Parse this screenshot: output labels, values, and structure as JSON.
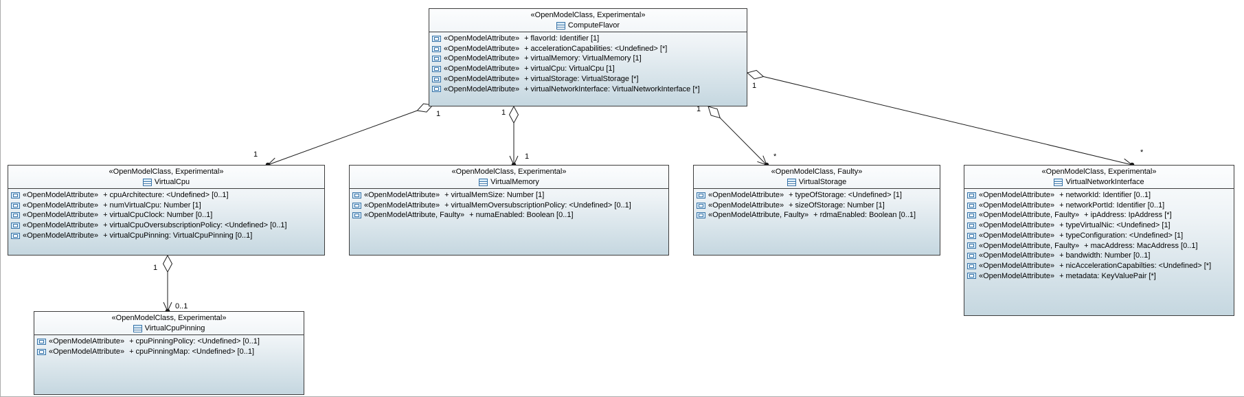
{
  "colors": {
    "box_border": "#3c3c3c",
    "box_gradient_top": "#fcfdfe",
    "box_gradient_bottom": "#c5d7e0",
    "icon_blue": "#3471a6",
    "connector": "#1a1a1a",
    "canvas_background": "#ffffff"
  },
  "classes": [
    {
      "id": "computeflavor",
      "stereotype": "«OpenModelClass, Experimental»",
      "name": "ComputeFlavor",
      "attributes": [
        {
          "stereotype": "«OpenModelAttribute»",
          "signature": "+ flavorId: Identifier [1]"
        },
        {
          "stereotype": "«OpenModelAttribute»",
          "signature": "+ accelerationCapabilities: <Undefined> [*]"
        },
        {
          "stereotype": "«OpenModelAttribute»",
          "signature": "+ virtualMemory: VirtualMemory [1]"
        },
        {
          "stereotype": "«OpenModelAttribute»",
          "signature": "+ virtualCpu: VirtualCpu [1]"
        },
        {
          "stereotype": "«OpenModelAttribute»",
          "signature": "+ virtualStorage: VirtualStorage [*]"
        },
        {
          "stereotype": "«OpenModelAttribute»",
          "signature": "+ virtualNetworkInterface: VirtualNetworkInterface [*]"
        }
      ]
    },
    {
      "id": "virtualcpu",
      "stereotype": "«OpenModelClass, Experimental»",
      "name": "VirtualCpu",
      "attributes": [
        {
          "stereotype": "«OpenModelAttribute»",
          "signature": "+ cpuArchitecture: <Undefined> [0..1]"
        },
        {
          "stereotype": "«OpenModelAttribute»",
          "signature": "+ numVirtualCpu: Number [1]"
        },
        {
          "stereotype": "«OpenModelAttribute»",
          "signature": "+ virtualCpuClock: Number [0..1]"
        },
        {
          "stereotype": "«OpenModelAttribute»",
          "signature": "+ virtualCpuOversubscriptionPolicy: <Undefined> [0..1]"
        },
        {
          "stereotype": "«OpenModelAttribute»",
          "signature": "+ virtualCpuPinning: VirtualCpuPinning [0..1]"
        }
      ]
    },
    {
      "id": "virtualmemory",
      "stereotype": "«OpenModelClass, Experimental»",
      "name": "VirtualMemory",
      "attributes": [
        {
          "stereotype": "«OpenModelAttribute»",
          "signature": "+ virtualMemSize: Number [1]"
        },
        {
          "stereotype": "«OpenModelAttribute»",
          "signature": "+ virtualMemOversubscriptionPolicy: <Undefined> [0..1]"
        },
        {
          "stereotype": "«OpenModelAttribute, Faulty»",
          "signature": "+ numaEnabled: Boolean [0..1]"
        }
      ]
    },
    {
      "id": "virtualstorage",
      "stereotype": "«OpenModelClass, Faulty»",
      "name": "VirtualStorage",
      "attributes": [
        {
          "stereotype": "«OpenModelAttribute»",
          "signature": "+ typeOfStorage: <Undefined> [1]"
        },
        {
          "stereotype": "«OpenModelAttribute»",
          "signature": "+ sizeOfStorage: Number [1]"
        },
        {
          "stereotype": "«OpenModelAttribute, Faulty»",
          "signature": "+ rdmaEnabled: Boolean [0..1]"
        }
      ]
    },
    {
      "id": "virtualnetworkinterface",
      "stereotype": "«OpenModelClass, Experimental»",
      "name": "VirtualNetworkInterface",
      "attributes": [
        {
          "stereotype": "«OpenModelAttribute»",
          "signature": "+ networkId: Identifier [0..1]"
        },
        {
          "stereotype": "«OpenModelAttribute»",
          "signature": "+ networkPortId: Identifier [0..1]"
        },
        {
          "stereotype": "«OpenModelAttribute, Faulty»",
          "signature": "+ ipAddress: IpAddress [*]"
        },
        {
          "stereotype": "«OpenModelAttribute»",
          "signature": "+ typeVirtualNic: <Undefined> [1]"
        },
        {
          "stereotype": "«OpenModelAttribute»",
          "signature": "+ typeConfiguration: <Undefined> [1]"
        },
        {
          "stereotype": "«OpenModelAttribute, Faulty»",
          "signature": "+ macAddress: MacAddress [0..1]"
        },
        {
          "stereotype": "«OpenModelAttribute»",
          "signature": "+ bandwidth: Number [0..1]"
        },
        {
          "stereotype": "«OpenModelAttribute»",
          "signature": "+ nicAccelerationCapabilties: <Undefined> [*]"
        },
        {
          "stereotype": "«OpenModelAttribute»",
          "signature": "+ metadata: KeyValuePair [*]"
        }
      ]
    },
    {
      "id": "virtualcpupinning",
      "stereotype": "«OpenModelClass, Experimental»",
      "name": "VirtualCpuPinning",
      "attributes": [
        {
          "stereotype": "«OpenModelAttribute»",
          "signature": "+ cpuPinningPolicy: <Undefined> [0..1]"
        },
        {
          "stereotype": "«OpenModelAttribute»",
          "signature": "+ cpuPinningMap: <Undefined> [0..1]"
        }
      ]
    }
  ],
  "connectors": [
    {
      "source": "ComputeFlavor",
      "target": "VirtualCpu",
      "kind": "aggregation",
      "source_mult": "1",
      "target_mult": "1"
    },
    {
      "source": "ComputeFlavor",
      "target": "VirtualMemory",
      "kind": "aggregation",
      "source_mult": "1",
      "target_mult": "1"
    },
    {
      "source": "ComputeFlavor",
      "target": "VirtualStorage",
      "kind": "aggregation",
      "source_mult": "1",
      "target_mult": "*"
    },
    {
      "source": "ComputeFlavor",
      "target": "VirtualNetworkInterface",
      "kind": "aggregation",
      "source_mult": "1",
      "target_mult": "*"
    },
    {
      "source": "VirtualCpu",
      "target": "VirtualCpuPinning",
      "kind": "aggregation",
      "source_mult": "1",
      "target_mult": "0..1"
    }
  ]
}
